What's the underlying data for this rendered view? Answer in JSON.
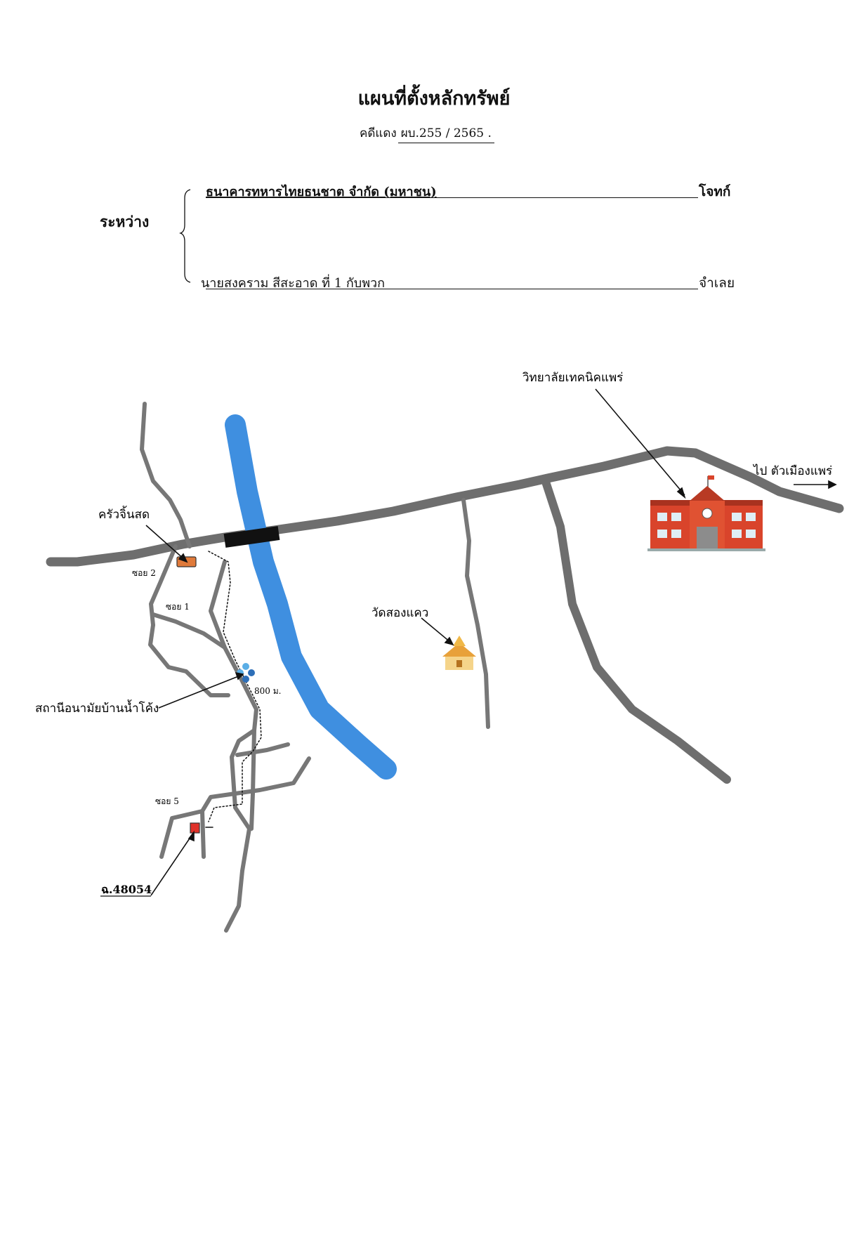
{
  "header": {
    "title": "แผนที่ตั้งหลักทรัพย์",
    "case_label": "คดีแดง",
    "case_number": "ผบ.255 / 2565 ."
  },
  "parties": {
    "between_label": "ระหว่าง",
    "plaintiff_name": "ธนาคารทหารไทยธนชาต จำกัด (มหาชน)",
    "plaintiff_role": "โจทก์",
    "defendant_name": "นายสงคราม  สีสะอาด   ที่ 1 กับพวก",
    "defendant_role": "จำเลย"
  },
  "map": {
    "labels": {
      "college": "วิทยาลัยเทคนิคแพร่",
      "to_city": "ไป ตัวเมืองแพร่",
      "restaurant": "ครัวจิ้นสด",
      "soi2": "ซอย 2",
      "soi1": "ซอย 1",
      "temple": "วัดสองแคว",
      "health_station": "สถานีอนามัยบ้านน้ำโค้ง",
      "distance": "800 ม.",
      "soi5": "ซอย 5",
      "deed": "ฉ.48054"
    },
    "colors": {
      "road": "#6e6e6e",
      "river": "#3f8fe0",
      "bridge": "#111111",
      "restaurant_marker": "#e07a3a",
      "property_marker": "#e0322a",
      "college_building": "#d9442b"
    },
    "icons": [
      "school-building-icon",
      "temple-icon",
      "health-station-icon"
    ]
  }
}
